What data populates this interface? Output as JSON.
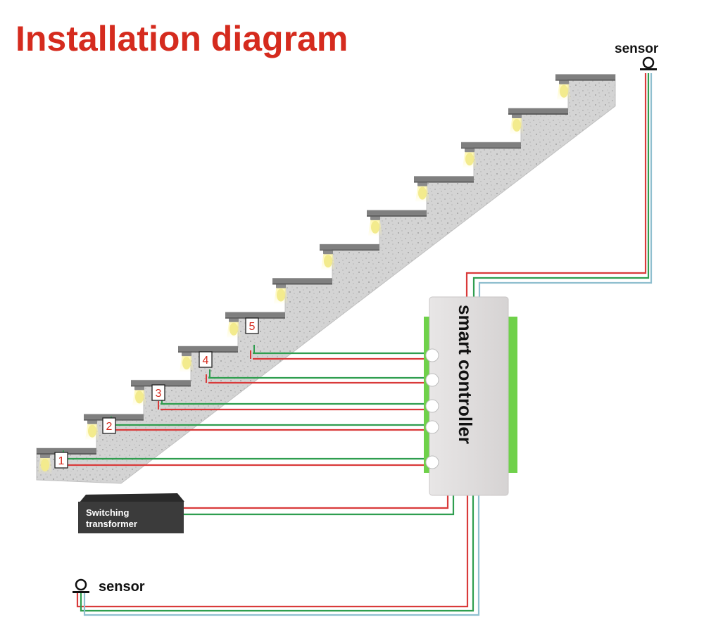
{
  "title": "Installation diagram",
  "sensor_top_label": "sensor",
  "sensor_bottom_label": "sensor",
  "controller_label": "smart controller",
  "transformer_label_line1": "Switching",
  "transformer_label_line2": "transformer",
  "step_numbers": [
    "1",
    "2",
    "3",
    "4",
    "5"
  ],
  "colors": {
    "title": "#d52b1e",
    "wire_red": "#d93a3a",
    "wire_green": "#2f9e4f",
    "wire_blue": "#8fbfcf",
    "controller_green": "#6fd14a",
    "controller_body": "#dedcdc",
    "stair_concrete": "#d3d3d3",
    "tread": "#7f7f7f",
    "light": "#f3eb8d",
    "transformer": "#3b3b3b"
  }
}
